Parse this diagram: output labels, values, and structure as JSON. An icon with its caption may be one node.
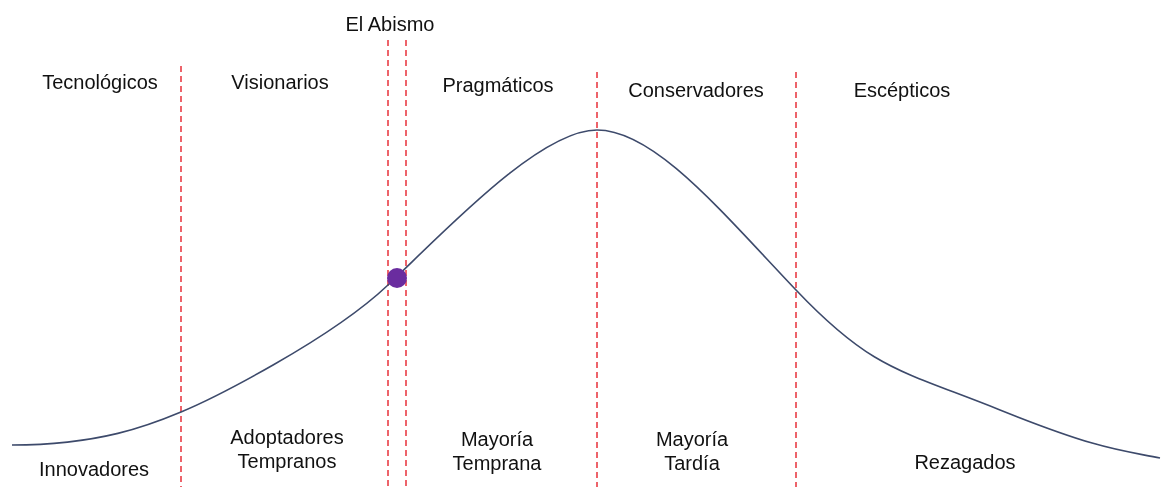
{
  "diagram": {
    "labels": [
      "El Abismo",
      "Tecnológicos",
      "Visionarios",
      "Pragmáticos",
      "Conservadores",
      "Escépticos",
      "Innovadores",
      "Adoptadores Tempranos",
      "Mayoría Temprana",
      "Mayoría Tardía",
      "Rezagados"
    ]
  }
}
